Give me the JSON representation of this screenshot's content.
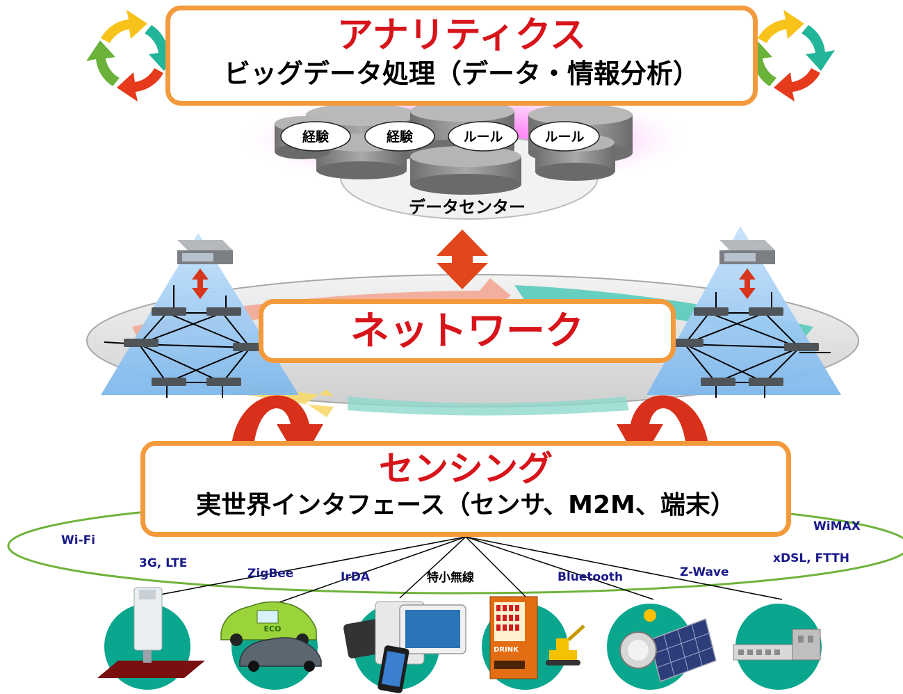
{
  "colors": {
    "accent_red": "#d8141b",
    "box_border": "#f39a3c",
    "teal": "#0aa68e",
    "network_blue": "#9cc8f0",
    "cycle_yellow": "#f7c21a",
    "cycle_teal": "#22b59a",
    "cycle_red": "#e63a1c",
    "cycle_green": "#6ab23a"
  },
  "analytics": {
    "title": "アナリティクス",
    "subtitle": "ビッグデータ処理（データ・情報分析）"
  },
  "datacenter": {
    "label": "データセンター",
    "disks": [
      "経験",
      "経験",
      "ルール",
      "ルール"
    ]
  },
  "network": {
    "title": "ネットワーク"
  },
  "sensing": {
    "title": "センシング",
    "subtitle": "実世界インタフェース（センサ、M2M、端末）"
  },
  "protocols": [
    "Wi-Fi",
    "3G, LTE",
    "ZigBee",
    "IrDA",
    "特小無線",
    "Bluetooth",
    "Z-Wave",
    "xDSL, FTTH",
    "WiMAX"
  ],
  "devices": [
    {
      "icon": "sensor-pole-icon"
    },
    {
      "icon": "cars-icon",
      "text": "ECO"
    },
    {
      "icon": "mobile-devices-icon"
    },
    {
      "icon": "vending-machine-icon",
      "text": "DRINK"
    },
    {
      "icon": "smart-meter-solar-icon"
    },
    {
      "icon": "factory-icon"
    }
  ]
}
